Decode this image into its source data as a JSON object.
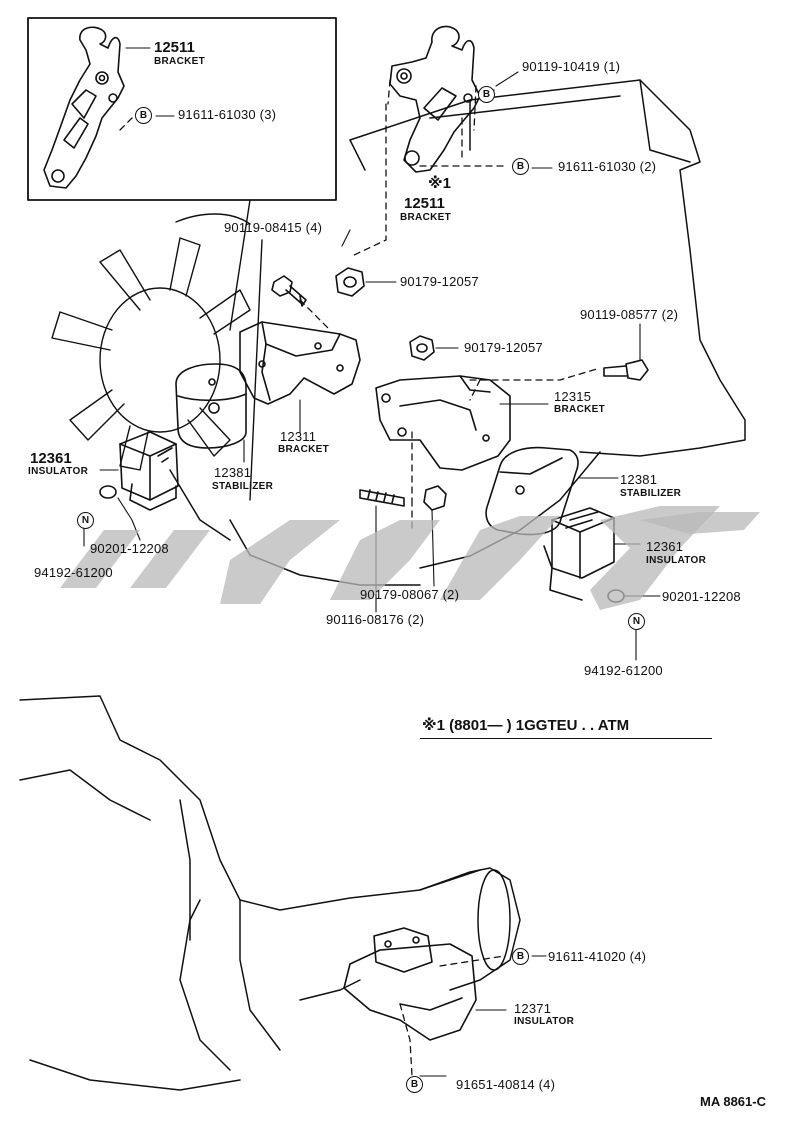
{
  "diagram": {
    "code": "MA 8861-C",
    "note": "※1 (8801—        ) 1GGTEU . . ATM",
    "labels": {
      "p12511a_num": "12511",
      "p12511a_name": "BRACKET",
      "p12511b_num": "12511",
      "p12511b_name": "BRACKET",
      "mark1": "※1",
      "p91611_61030_3": "91611-61030 (3)",
      "p90119_10419": "90119-10419 (1)",
      "p91611_61030_2": "91611-61030 (2)",
      "p90119_08415": "90119-08415 (4)",
      "p90179_12057a": "90179-12057",
      "p90179_12057b": "90179-12057",
      "p90119_08577": "90119-08577 (2)",
      "p12311_num": "12311",
      "p12311_name": "BRACKET",
      "p12315_num": "12315",
      "p12315_name": "BRACKET",
      "p12381a_num": "12381",
      "p12381a_name": "STABILIZER",
      "p12381b_num": "12381",
      "p12381b_name": "STABILIZER",
      "p12361a_num": "12361",
      "p12361a_name": "INSULATOR",
      "p12361b_num": "12361",
      "p12361b_name": "INSULATOR",
      "p90201_12208a": "90201-12208",
      "p90201_12208b": "90201-12208",
      "p94192_61200a": "94192-61200",
      "p94192_61200b": "94192-61200",
      "p90179_08067": "90179-08067 (2)",
      "p90116_08176": "90116-08176 (2)",
      "p91611_41020": "91611-41020 (4)",
      "p12371_num": "12371",
      "p12371_name": "INSULATOR",
      "p91651_40814": "91651-40814 (4)"
    },
    "markers": {
      "b": "B",
      "n": "N"
    }
  }
}
